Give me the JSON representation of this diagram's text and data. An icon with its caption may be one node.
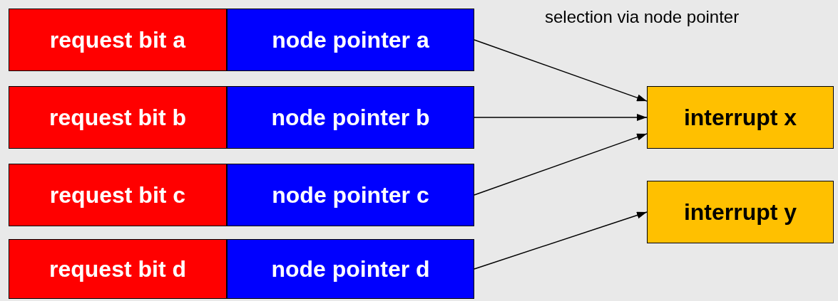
{
  "diagram": {
    "nodes": [
      {
        "text": [
          "request bit a"
        ]
      },
      {
        "text": [
          "node pointer a"
        ]
      },
      {
        "text": [
          "request bit b"
        ]
      },
      {
        "text": [
          "node pointer b"
        ]
      },
      {
        "text": [
          "request bit c"
        ]
      },
      {
        "text": [
          "node pointer c"
        ]
      },
      {
        "text": [
          "request bit d"
        ]
      },
      {
        "text": [
          "node pointer d"
        ]
      },
      {
        "text": [
          "interrupt x"
        ]
      },
      {
        "text": [
          "interrupt y"
        ]
      }
    ],
    "edges": [
      {
        "from": 1,
        "to": 8,
        "arrow": "to"
      },
      {
        "from": 3,
        "to": 8,
        "arrow": "to"
      },
      {
        "from": 5,
        "to": 8,
        "arrow": "to"
      },
      {
        "from": 7,
        "to": 9,
        "arrow": "to"
      }
    ],
    "labels": [
      "selection via node pointer"
    ]
  }
}
